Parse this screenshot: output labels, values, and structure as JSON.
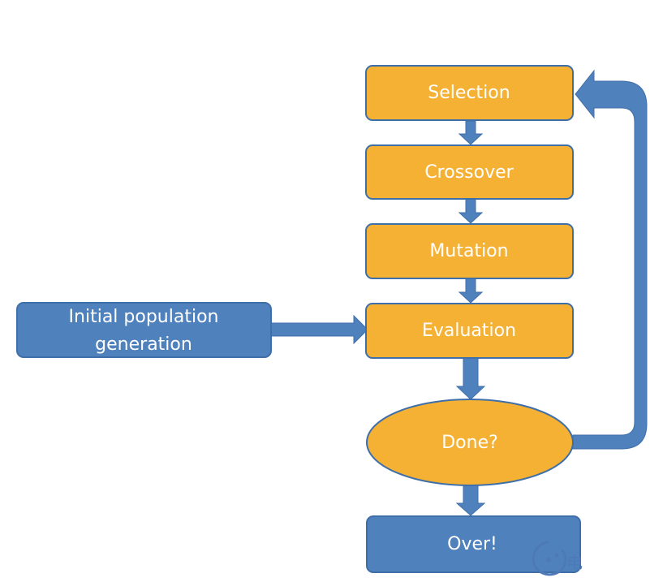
{
  "nodes": {
    "selection": "Selection",
    "crossover": "Crossover",
    "mutation": "Mutation",
    "evaluation": "Evaluation",
    "done": "Done?",
    "over": "Over!",
    "initial_line1": "Initial population",
    "initial_line2": "generation"
  },
  "colors": {
    "process_fill": "#f5b133",
    "process_stroke": "#3f6fa9",
    "terminal_fill": "#4f81bd",
    "arrow": "#4f81bd",
    "text": "#ffffff"
  },
  "watermark": {
    "glyph": "电"
  }
}
